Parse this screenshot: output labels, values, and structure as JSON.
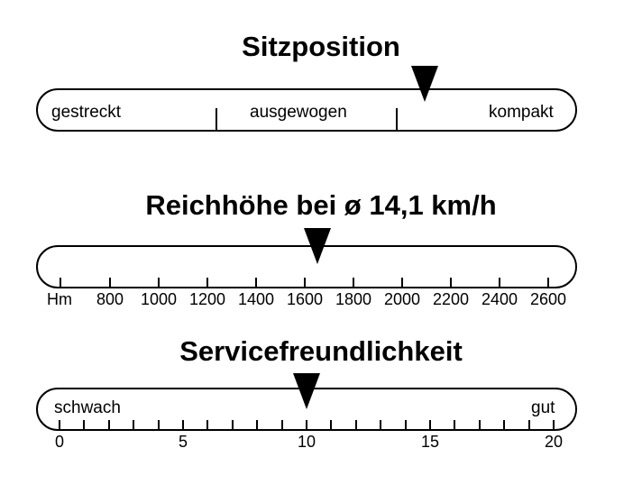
{
  "sitzposition": {
    "title": "Sitzposition",
    "labels": [
      "gestreckt",
      "ausgewogen",
      "kompakt"
    ],
    "marker_value": 0.72
  },
  "reichhoehe": {
    "title": "Reichhöhe bei ø 14,1 km/h",
    "unit_label": "Hm",
    "scale": [
      800,
      1000,
      1200,
      1400,
      1600,
      1800,
      2000,
      2200,
      2400,
      2600
    ],
    "marker_value": 1650
  },
  "service": {
    "title": "Servicefreundlichkeit",
    "label_low": "schwach",
    "label_high": "gut",
    "scale_labels": [
      "0",
      "5",
      "10",
      "15",
      "20"
    ],
    "range": [
      0,
      20
    ],
    "marker_value": 10
  }
}
